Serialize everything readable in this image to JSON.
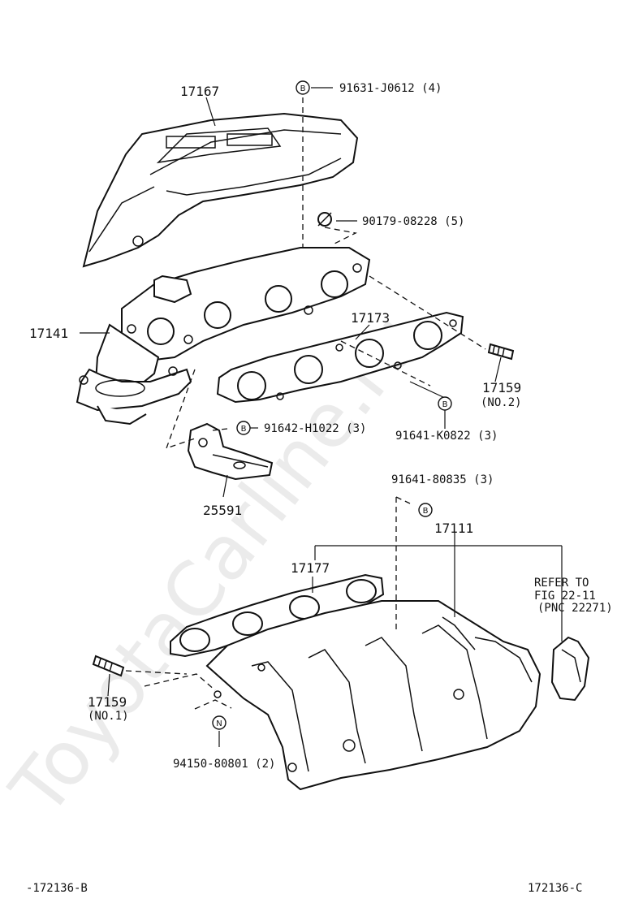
{
  "watermark": "ToyotaCarline.ru",
  "parts": {
    "p17167": "17167",
    "p17141": "17141",
    "p17173": "17173",
    "p17159_no2": "17159",
    "p17159_no2_sub": "(NO.2)",
    "p25591": "25591",
    "p17111": "17111",
    "p17177": "17177",
    "p17159_no1": "17159",
    "p17159_no1_sub": "(NO.1)"
  },
  "fasteners": {
    "f91631": "91631-J0612 (4)",
    "f90179": "90179-08228 (5)",
    "f91642": "91642-H1022 (3)",
    "f91641_k": "91641-K0822 (3)",
    "f91641_8": "91641-80835 (3)",
    "f94150": "94150-80801 (2)"
  },
  "markers": {
    "b": "B",
    "n": "N"
  },
  "refer": {
    "line1": "REFER TO",
    "line2": "FIG 22-11",
    "line3": "(PNC 22271)"
  },
  "footer": {
    "left": "-172136-B",
    "right": "172136-C"
  }
}
